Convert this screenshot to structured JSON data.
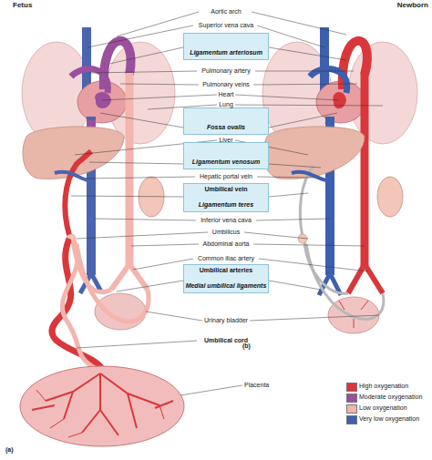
{
  "diagram": {
    "nodes": [
      {
        "text": [
          "Ligamentum arteriosum"
        ]
      },
      {
        "text": [
          "Fossa ovalis"
        ]
      },
      {
        "text": [
          "Ligamentum venosum"
        ]
      },
      {
        "text": [
          "Umbilical vein",
          "Ligamentum teres"
        ]
      },
      {
        "text": [
          "Umbilical arteries",
          "Medial umbilical ligaments"
        ]
      }
    ],
    "labels": [
      "Fetus",
      "Newborn",
      "Aortic arch",
      "Superior vena cava",
      "Pulmonary artery",
      "Pulmonary veins",
      "Heart",
      "Lung",
      "Liver",
      "Hepatic portal vein",
      "Inferior vena cava",
      "Umbilicus",
      "Abdominal aorta",
      "Common iliac artery",
      "Urinary bladder",
      "Umbilical cord",
      "Placenta",
      "(a)",
      "(b)"
    ],
    "legend": [
      {
        "text": "High oxygenation",
        "color": "#d9373b"
      },
      {
        "text": "Moderate oxygenation",
        "color": "#9b4f9c"
      },
      {
        "text": "Low oxygenation",
        "color": "#f3b5ad"
      },
      {
        "text": "Very low oxygenation",
        "color": "#3d5fb0"
      }
    ]
  }
}
